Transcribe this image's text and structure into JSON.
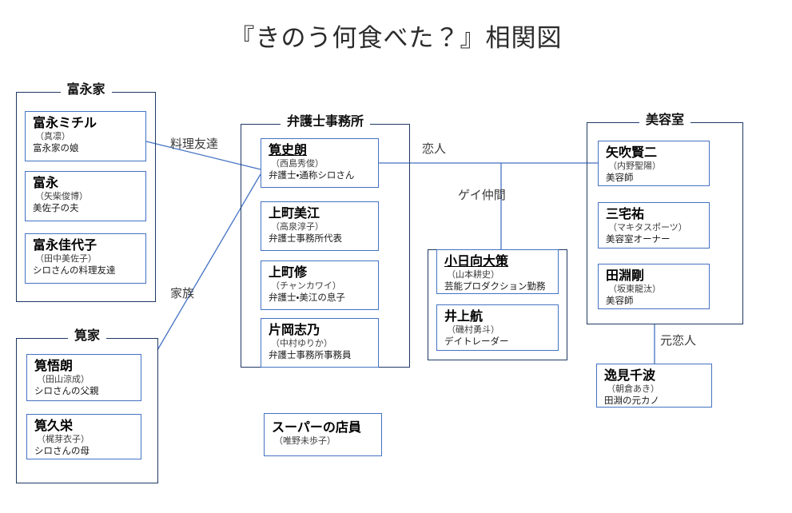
{
  "title": "『きのう何食べた？』相関図",
  "colors": {
    "group_border": "#1F3864",
    "person_border": "#4472C4",
    "connector": "#4472C4",
    "background": "#FFFFFF",
    "text": "#111111"
  },
  "groups": [
    {
      "id": "tominaga",
      "title": "富永家"
    },
    {
      "id": "law-office",
      "title": "弁護士事務所"
    },
    {
      "id": "gay-friends",
      "title": ""
    },
    {
      "id": "salon",
      "title": "美容室"
    },
    {
      "id": "kakei",
      "title": "筧家"
    }
  ],
  "people": {
    "tominaga_michiru": {
      "name": "富永ミチル",
      "actor": "（真凛）",
      "role": "富永家の娘"
    },
    "tominaga": {
      "name": "富永",
      "actor": "（矢柴俊博）",
      "role": "美佐子の夫"
    },
    "tominaga_kayoko": {
      "name": "富永佳代子",
      "actor": "（田中美佐子）",
      "role": "シロさんの料理友達"
    },
    "kakei_shiro": {
      "name": "筧史朗",
      "actor": "（西島秀俊）",
      "role": "弁護士・通称シロさん"
    },
    "kanmachi_mie": {
      "name": "上町美江",
      "actor": "（高泉淳子）",
      "role": "弁護士事務所代表"
    },
    "kanmachi_osamu": {
      "name": "上町修",
      "actor": "（チャンカワイ）",
      "role": "弁護士・美江の息子"
    },
    "kataoka_shino": {
      "name": "片岡志乃",
      "actor": "（中村ゆりか）",
      "role": "弁護士事務所事務員"
    },
    "kohinata_daisaku": {
      "name": "小日向大策",
      "actor": "（山本耕史）",
      "role": "芸能プロダクション勤務"
    },
    "inoue_wataru": {
      "name": "井上航",
      "actor": "（磯村勇斗）",
      "role": "デイトレーダー"
    },
    "yabuki_kenji": {
      "name": "矢吹賢二",
      "actor": "（内野聖陽）",
      "role": "美容師"
    },
    "miyake_yu": {
      "name": "三宅祐",
      "actor": "（マキタスポーツ）",
      "role": "美容室オーナー"
    },
    "tabuchi_go": {
      "name": "田淵剛",
      "actor": "（坂東龍汰）",
      "role": "美容師"
    },
    "kakei_goro": {
      "name": "筧悟朗",
      "actor": "（田山涼成）",
      "role": "シロさんの父親"
    },
    "kakei_hisae": {
      "name": "筧久栄",
      "actor": "（梶芽衣子）",
      "role": "シロさんの母"
    },
    "itsumi_chinami": {
      "name": "逸見千波",
      "actor": "（朝倉あき）",
      "role": "田淵の元カノ"
    },
    "supermarket_clerk": {
      "name": "スーパーの店員",
      "actor": "（唯野未歩子）",
      "role": ""
    }
  },
  "relations": [
    {
      "id": "cooking-friends",
      "label": "料理友達"
    },
    {
      "id": "family",
      "label": "家族"
    },
    {
      "id": "lovers",
      "label": "恋人"
    },
    {
      "id": "gay-friends",
      "label": "ゲイ仲間"
    },
    {
      "id": "ex-lovers",
      "label": "元恋人"
    }
  ]
}
